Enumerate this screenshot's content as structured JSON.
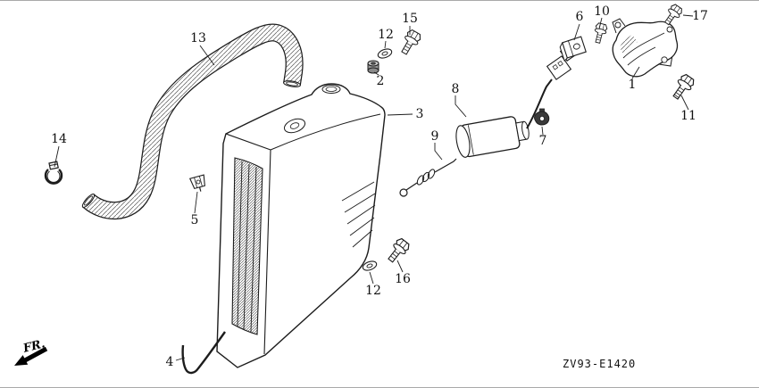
{
  "diagram": {
    "code": "ZV93-E1420",
    "front_label": "FR.",
    "colors": {
      "line": "#1c1c1c",
      "background": "#ffffff"
    },
    "callouts": [
      {
        "label": "13"
      },
      {
        "label": "14"
      },
      {
        "label": "5"
      },
      {
        "label": "4"
      },
      {
        "label": "15"
      },
      {
        "label": "12"
      },
      {
        "label": "2"
      },
      {
        "label": "3"
      },
      {
        "label": "8"
      },
      {
        "label": "9"
      },
      {
        "label": "7"
      },
      {
        "label": "6"
      },
      {
        "label": "10"
      },
      {
        "label": "1"
      },
      {
        "label": "17"
      },
      {
        "label": "11"
      },
      {
        "label": "16"
      },
      {
        "label": "12"
      }
    ]
  }
}
